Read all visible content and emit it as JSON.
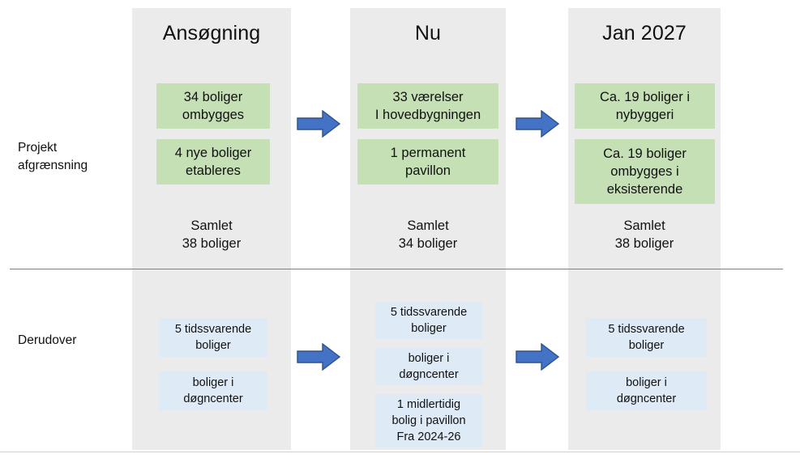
{
  "diagram": {
    "title_row_labels": {
      "row1": "Projekt\nafgrænsning",
      "row2": "Derudover"
    },
    "colors": {
      "panel": "#ebebeb",
      "green_box": "#c5e0b4",
      "blue_box": "#deeaf6",
      "arrow_fill": "#4472c4",
      "arrow_stroke": "#2f528f",
      "rule": "#7f7f7f"
    },
    "columns": [
      {
        "id": "ansogning",
        "header": "Ansøgning",
        "green_boxes": [
          "34 boliger\nombygges",
          "4 nye boliger\netableres"
        ],
        "summary": "Samlet\n38 boliger",
        "blue_boxes": [
          "5 tidssvarende\nboliger",
          "boliger i\ndøgncenter"
        ]
      },
      {
        "id": "nu",
        "header": "Nu",
        "green_boxes": [
          "33 værelser\nI hovedbygningen",
          "1 permanent\npavillon"
        ],
        "summary": "Samlet\n34 boliger",
        "blue_boxes": [
          "5 tidssvarende\nboliger",
          "boliger i\ndøgncenter",
          "1 midlertidig\nbolig i pavillon\nFra 2024-26"
        ]
      },
      {
        "id": "jan-2027",
        "header": "Jan 2027",
        "green_boxes": [
          "Ca. 19 boliger i\nnybyggeri",
          "Ca. 19 boliger\nombygges i\neksisterende"
        ],
        "summary": "Samlet\n38 boliger",
        "blue_boxes": [
          "5 tidssvarende\nboliger",
          "boliger i\ndøgncenter"
        ]
      }
    ],
    "arrows": [
      {
        "id": "arrow-top-1",
        "name": "arrow-right-icon"
      },
      {
        "id": "arrow-top-2",
        "name": "arrow-right-icon"
      },
      {
        "id": "arrow-bottom-1",
        "name": "arrow-right-icon"
      },
      {
        "id": "arrow-bottom-2",
        "name": "arrow-right-icon"
      }
    ]
  }
}
